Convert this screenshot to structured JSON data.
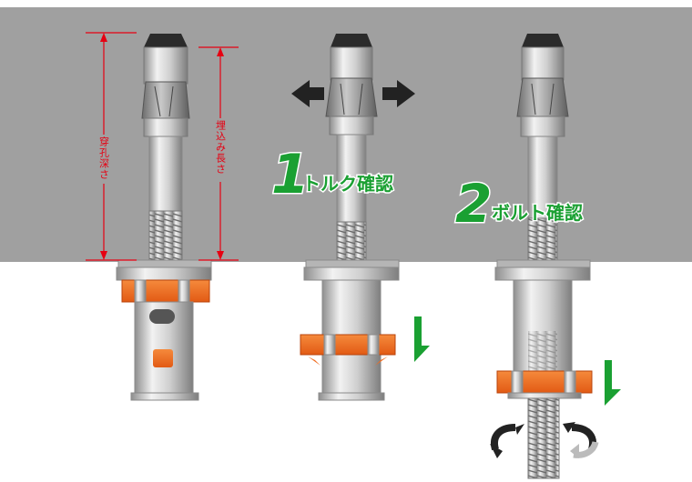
{
  "labels": {
    "drill_depth": "穿孔深さ",
    "embed_length": "埋込み長さ",
    "step1_number": "1",
    "step1_label": "トルク確認",
    "step2_number": "2",
    "step2_label": "ボルト確認"
  },
  "colors": {
    "concrete": "#a0a0a0",
    "dimension_red": "#e60012",
    "step_green": "#1aa032",
    "orange_band": "#f06d21",
    "arrow_dark": "#222222",
    "arrow_light": "#bbbbbb",
    "metal": "#c7c7c7"
  },
  "icons": [
    "left-arrow-icon",
    "right-arrow-icon",
    "down-arrow-icon",
    "rotate-left-icon",
    "rotate-right-icon"
  ]
}
